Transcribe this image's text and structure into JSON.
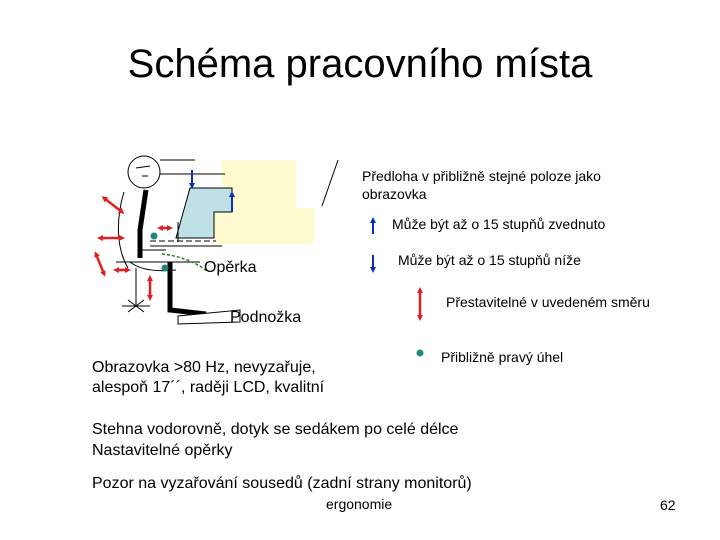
{
  "slide": {
    "title": "Schéma pracovního místa",
    "footer": "ergonomie",
    "page_number": "62"
  },
  "diagram": {
    "label_backrest": "Opěrka",
    "label_footrest": "Podnožka"
  },
  "legend": {
    "document_position": "Předloha v přibližně stejné poloze jako obrazovka",
    "tilt_up": "Může být až o 15 stupňů zvednuto",
    "tilt_down": "Může být až o 15 stupňů níže",
    "adjustable": "Přestavitelné v uvedeném směru",
    "right_angle": "Přibližně pravý úhel"
  },
  "notes": {
    "monitor": "Obrazovka >80 Hz, nevyzařuje, alespoň 17´´, raději LCD, kvalitní",
    "thighs": "Stehna vodorovně, dotyk se sedákem po celé délce",
    "armrests": "Nastavitelné opěrky",
    "neighbors": "Pozor na vyzařování sousedů (zadní strany monitorů)"
  },
  "colors": {
    "arrow_adjust": "#e02020",
    "arrow_tilt": "#0a2fbf",
    "dot_angle": "#1f8a7a",
    "screen": "#bfe0e6",
    "document": "#fffbd0"
  }
}
